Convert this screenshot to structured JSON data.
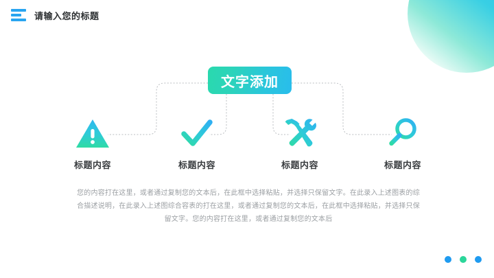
{
  "header": {
    "logo_icon": "three-bars-logo-icon",
    "title": "请输入您的标题"
  },
  "center_badge": {
    "text": "文字添加",
    "gradient_from": "#2ad9ae",
    "gradient_to": "#29bdec"
  },
  "items": [
    {
      "icon": "warning-triangle-icon",
      "label": "标题内容"
    },
    {
      "icon": "check-mark-icon",
      "label": "标题内容"
    },
    {
      "icon": "hammer-wrench-icon",
      "label": "标题内容"
    },
    {
      "icon": "magnifier-icon",
      "label": "标题内容"
    }
  ],
  "body": {
    "paragraph": "您的内容打在这里，或者通过复制您的文本后，在此框中选择粘贴，并选择只保留文字。在此录入上述图表的综合描述说明，在此录入上述图综合容表的打在这里，或者通过复制您的文本后，在此框中选择粘贴，并选择只保留文字。您的内容打在这里，或者通过复制您的文本后"
  },
  "footer": {
    "dots": [
      {
        "name": "page-dot-1",
        "color": "#1f9bf0"
      },
      {
        "name": "page-dot-2",
        "color": "#2bd69a"
      },
      {
        "name": "page-dot-3",
        "color": "#1f9bf0"
      }
    ]
  },
  "decor": {
    "corner_circle": "corner-gradient-circle",
    "connector_style": "dashed",
    "connector_color": "#b9bcc0"
  }
}
